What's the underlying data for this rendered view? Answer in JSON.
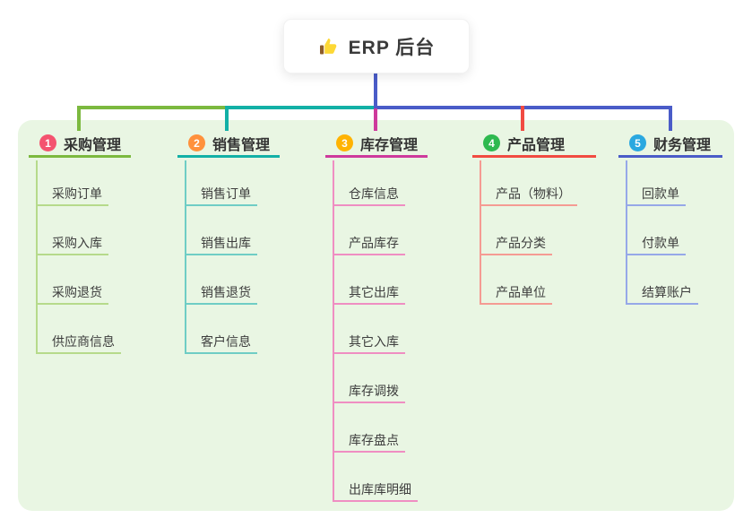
{
  "root": {
    "title": "ERP 后台",
    "icon": "thumbs-up-icon"
  },
  "connectors": {
    "root_drop_color": "#4a5cc8"
  },
  "panel_color": "#e9f6e3",
  "branches": [
    {
      "badge": "1",
      "title": "采购管理",
      "colors": {
        "badge": "#f4536f",
        "line": "#7cb93f",
        "child_line": "#b6da8b"
      },
      "children": [
        "采购订单",
        "采购入库",
        "采购退货",
        "供应商信息"
      ]
    },
    {
      "badge": "2",
      "title": "销售管理",
      "colors": {
        "badge": "#ff913c",
        "line": "#12b0a6",
        "child_line": "#6fcdc5"
      },
      "children": [
        "销售订单",
        "销售出库",
        "销售退货",
        "客户信息"
      ]
    },
    {
      "badge": "3",
      "title": "库存管理",
      "colors": {
        "badge": "#ffb302",
        "line": "#ce3a9c",
        "child_line": "#ef8ec2"
      },
      "children": [
        "仓库信息",
        "产品库存",
        "其它出库",
        "其它入库",
        "库存调拨",
        "库存盘点",
        "出库库明细"
      ]
    },
    {
      "badge": "4",
      "title": "产品管理",
      "colors": {
        "badge": "#2eb94f",
        "line": "#f14b42",
        "child_line": "#f59b93"
      },
      "children": [
        "产品（物料）",
        "产品分类",
        "产品单位"
      ]
    },
    {
      "badge": "5",
      "title": "财务管理",
      "colors": {
        "badge": "#2aa8e0",
        "line": "#4a5cc8",
        "child_line": "#96a8e8"
      },
      "children": [
        "回款单",
        "付款单",
        "结算账户"
      ]
    }
  ]
}
